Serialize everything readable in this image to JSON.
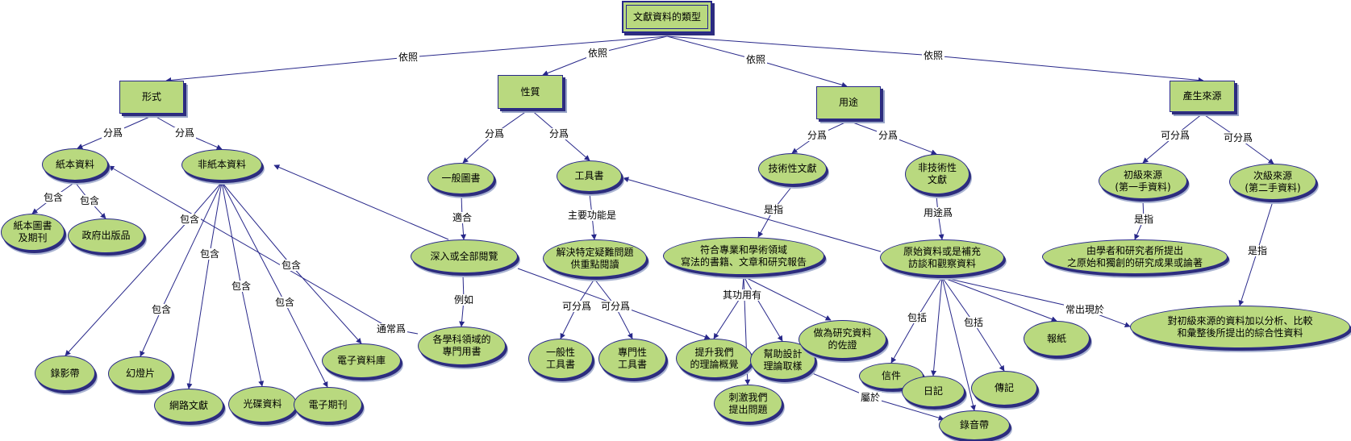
{
  "nodes": {
    "root": "文獻資料的類型",
    "form": "形式",
    "nature": "性質",
    "usage": "用途",
    "origin": "產生來源",
    "paper": "紙本資料",
    "nonpaper": "非紙本資料",
    "general_books": "一般圖書",
    "reference_books": "工具書",
    "technical": "技術性文獻",
    "nontechnical": "非技術性\n文獻",
    "primary": "初級來源\n(第一手資料)",
    "secondary": "次級來源\n(第二手資料)",
    "paper_periodicals": "紙本圖書\n及期刊",
    "gov_pub": "政府出版品",
    "deep_reading": "深入或全部閱覽",
    "solve_problem": "解決特定疑難問題\n供重點閱讀",
    "professional_docs": "符合專業和學術領域\n寫法的書籍、文章和研究報告",
    "raw_data": "原始資料或是補充\n訪談和觀察資料",
    "primary_def": "由學者和研究者所提出\n之原始和獨創的研究成果或論著",
    "secondary_def": "對初級來源的資料加以分析、比較\n和彙整後所提出的綜合性資料",
    "videotape": "錄影帶",
    "slides": "幻燈片",
    "web_docs": "網路文獻",
    "cd_data": "光碟資料",
    "e_journals": "電子期刊",
    "e_databases": "電子資料庫",
    "subject_books": "各學科領域的\n專門用書",
    "general_ref": "一般性\n工具書",
    "special_ref": "專門性\n工具書",
    "improve_theory": "提升我們\n的理論概覺",
    "help_design": "幫助設計\n理論取樣",
    "evidence": "做為研究資料\n的佐證",
    "inspire": "刺激我們\n提出問題",
    "letters": "信件",
    "diary": "日記",
    "biography": "傳記",
    "newspaper": "報紙",
    "audiotape": "錄音帶"
  },
  "links": {
    "by": "依照",
    "divided": "分爲",
    "can_divided": "可分爲",
    "include": "包含",
    "suitable": "適合",
    "main_function": "主要功能是",
    "refers_to": "是指",
    "used_for": "用途爲",
    "for_example": "例如",
    "usually": "通常爲",
    "functions": "其功用有",
    "includes": "包括",
    "appears_in": "常出現於",
    "belongs_to": "屬於"
  }
}
